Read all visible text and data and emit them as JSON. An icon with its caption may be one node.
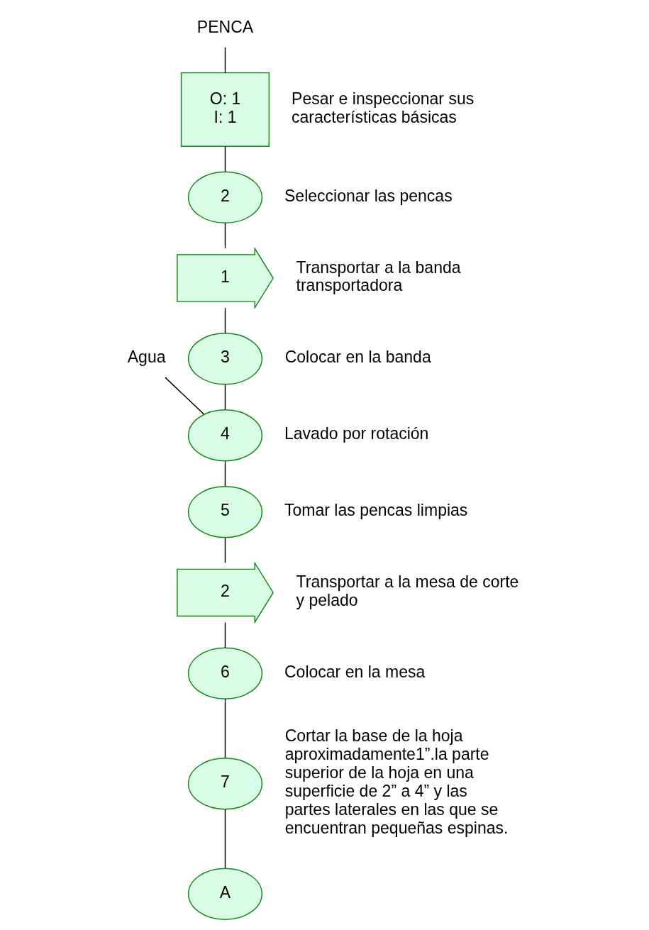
{
  "diagram": {
    "nodes": [
      {
        "text": [
          "PENCA"
        ]
      },
      {
        "text": [
          "O: 1",
          "I: 1"
        ],
        "beside": [
          "Pesar e inspeccionar sus características básicas"
        ]
      },
      {
        "text": [
          "2"
        ],
        "beside": [
          "Seleccionar las pencas"
        ]
      },
      {
        "text": [
          "1"
        ],
        "beside": [
          "Transportar a la banda transportadora"
        ]
      },
      {
        "text": [
          "3"
        ],
        "beside": [
          "Colocar en la banda"
        ]
      },
      {
        "text": [
          "Agua"
        ]
      },
      {
        "text": [
          "4"
        ],
        "beside": [
          "Lavado por rotación"
        ]
      },
      {
        "text": [
          "5"
        ],
        "beside": [
          "Tomar las pencas limpias"
        ]
      },
      {
        "text": [
          "2"
        ],
        "beside": [
          "Transportar a la mesa de corte y pelado"
        ]
      },
      {
        "text": [
          "6"
        ],
        "beside": [
          "Colocar en la mesa"
        ]
      },
      {
        "text": [
          "7"
        ],
        "beside": [
          "Cortar la base de la hoja aproximadamente1”.la parte superior de la hoja en una superficie de 2” a 4” y las partes laterales en las que se encuentran pequeñas espinas."
        ]
      },
      {
        "text": [
          "A"
        ]
      }
    ],
    "edges": [
      {
        "from": 0,
        "to": 1,
        "arrow": "none"
      },
      {
        "from": 1,
        "to": 2,
        "arrow": "none"
      },
      {
        "from": 2,
        "to": 3,
        "arrow": "none"
      },
      {
        "from": 3,
        "to": 4,
        "arrow": "none"
      },
      {
        "from": 4,
        "to": 6,
        "arrow": "none"
      },
      {
        "from": 5,
        "to": 6,
        "arrow": "none"
      },
      {
        "from": 6,
        "to": 7,
        "arrow": "none"
      },
      {
        "from": 7,
        "to": 8,
        "arrow": "none"
      },
      {
        "from": 8,
        "to": 9,
        "arrow": "none"
      },
      {
        "from": 9,
        "to": 10,
        "arrow": "none"
      },
      {
        "from": 10,
        "to": 11,
        "arrow": "none"
      }
    ]
  }
}
